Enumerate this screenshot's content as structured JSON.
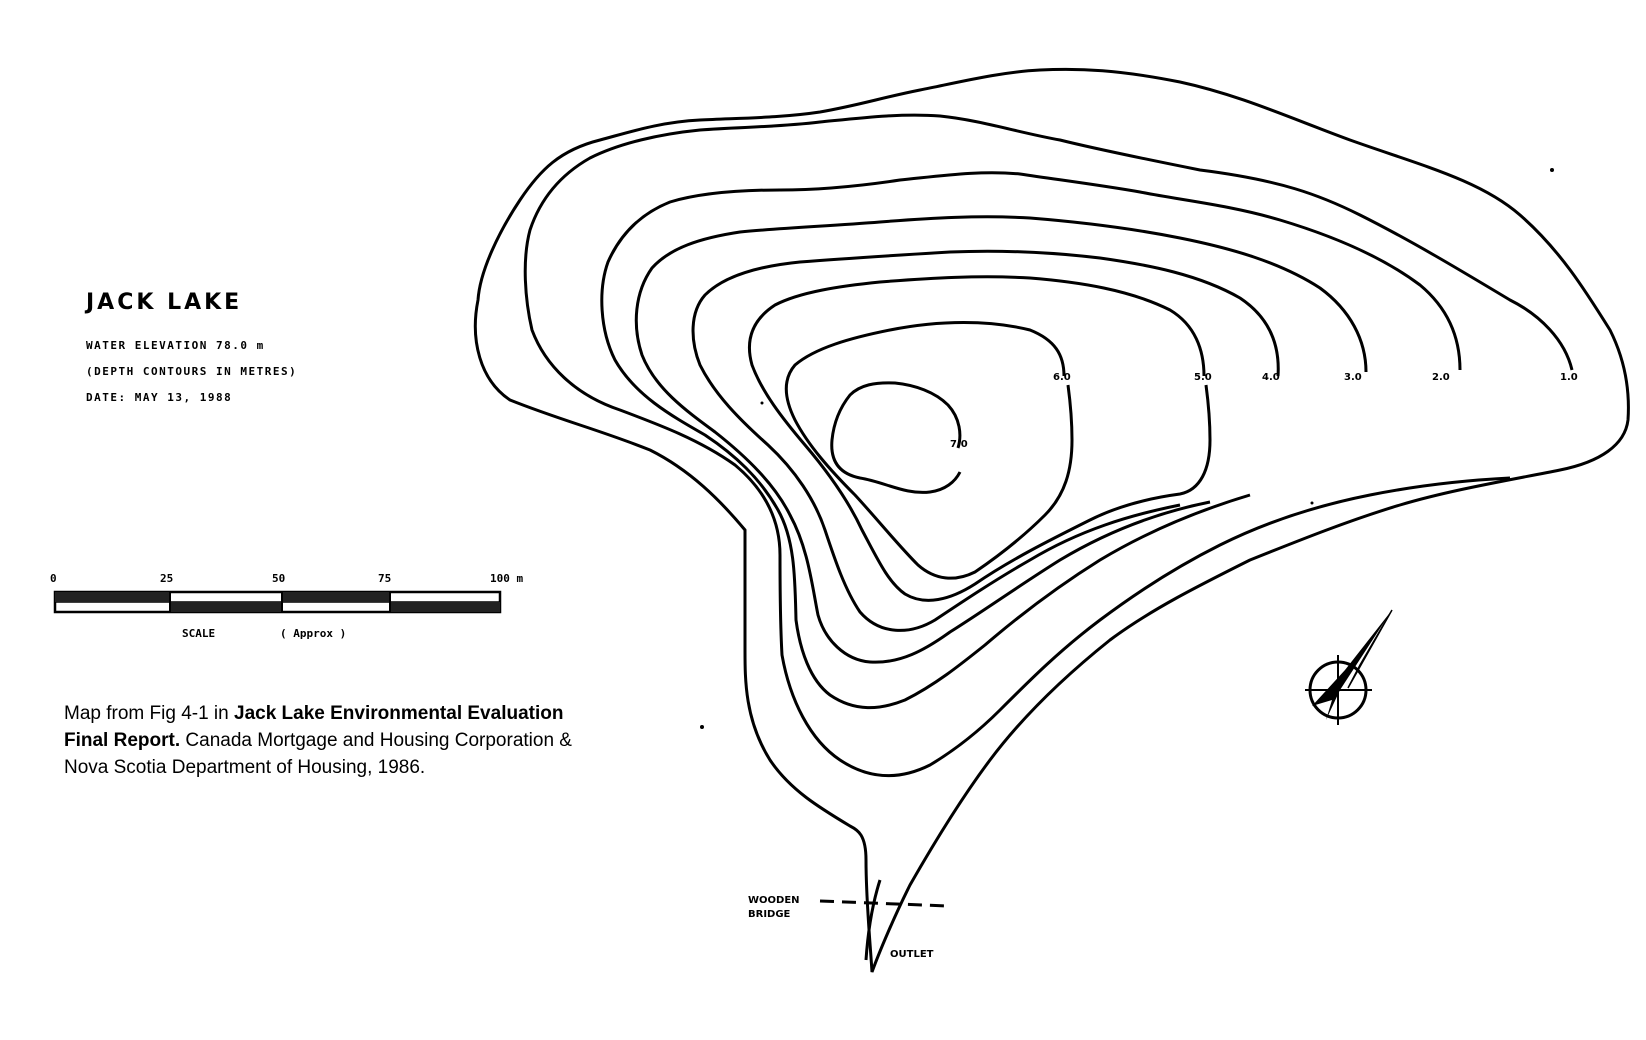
{
  "title": "JACK LAKE",
  "meta": {
    "elevation": "WATER ELEVATION 78.0 m",
    "contours_note": "(DEPTH CONTOURS IN METRES)",
    "date": "DATE: MAY 13, 1988"
  },
  "scale": {
    "ticks": [
      "0",
      "25",
      "50",
      "75",
      "100 m"
    ],
    "label": "SCALE",
    "approx": "( Approx )"
  },
  "caption": {
    "prefix": "Map from Fig 4-1 in ",
    "report": "Jack Lake Environmental Evaluation Final Report.",
    "suffix": " Canada Mortgage and Housing Corporation & Nova Scotia Department of Housing, 1986."
  },
  "contour_labels": [
    "7.0",
    "6.0",
    "5.0",
    "4.0",
    "3.0",
    "2.0",
    "1.0"
  ],
  "features": {
    "bridge": [
      "WOODEN",
      "BRIDGE"
    ],
    "outlet": "OUTLET"
  },
  "icons": [
    "north-arrow-icon"
  ]
}
